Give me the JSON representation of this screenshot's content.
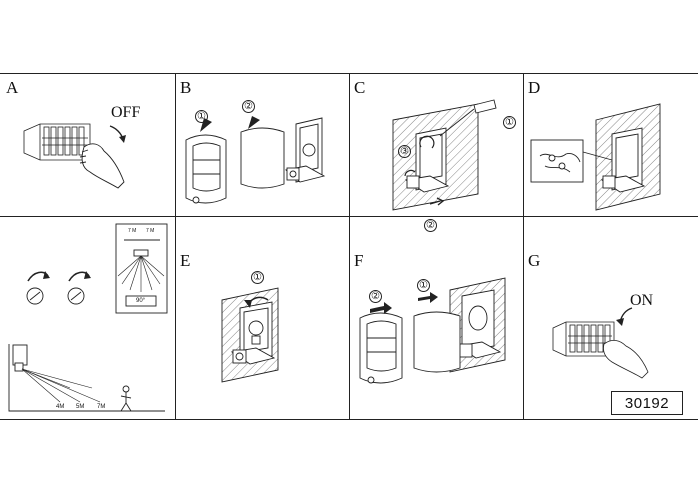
{
  "panels": {
    "a": {
      "letter": "A",
      "action": "OFF"
    },
    "b": {
      "letter": "B",
      "steps": [
        "①",
        "②"
      ]
    },
    "c": {
      "letter": "C",
      "steps": [
        "①",
        "②",
        "③"
      ]
    },
    "d": {
      "letter": "D"
    },
    "e": {
      "letter": "E",
      "steps": [
        "①"
      ]
    },
    "f": {
      "letter": "F",
      "steps": [
        "②",
        "①"
      ]
    },
    "g": {
      "letter": "G",
      "action": "ON"
    }
  },
  "sensor_panel": {
    "range_labels": [
      "4M",
      "5M",
      "7M"
    ],
    "top_labels": [
      "7 M",
      "7 M"
    ],
    "angle": "90°"
  },
  "model_number": "30192"
}
